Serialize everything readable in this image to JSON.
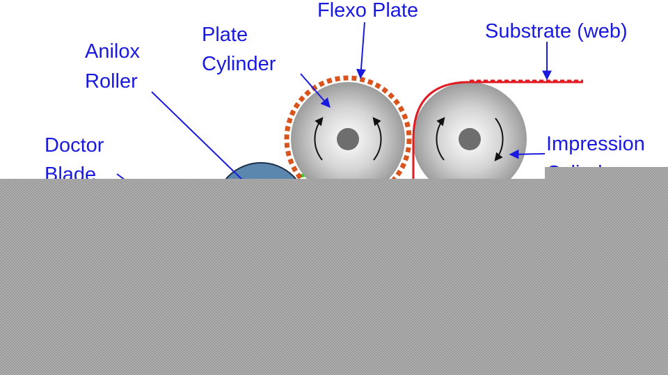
{
  "labels": {
    "flexo_plate": "Flexo Plate",
    "substrate": "Substrate (web)",
    "plate_cylinder_line1": "Plate",
    "plate_cylinder_line2": "Cylinder",
    "anilox_line1": "Anilox",
    "anilox_line2": "Roller",
    "doctor_line1": "Doctor",
    "doctor_line2": "Blade",
    "impression_line1": "Impression",
    "impression_line2": "Cylinder"
  },
  "colors": {
    "label_text": "#1a1adf",
    "leader_line": "#1a1adf",
    "plate_dashes": "#d9541c",
    "substrate": "#e21b23",
    "anilox_fill": "#5b86ae",
    "ink_contact": "#22d422",
    "cylinder_center": "#6e6e6e",
    "occlusion": "#9a9a9a"
  },
  "icons": [
    "rotation-arrow-ccw",
    "rotation-arrow-cw"
  ]
}
